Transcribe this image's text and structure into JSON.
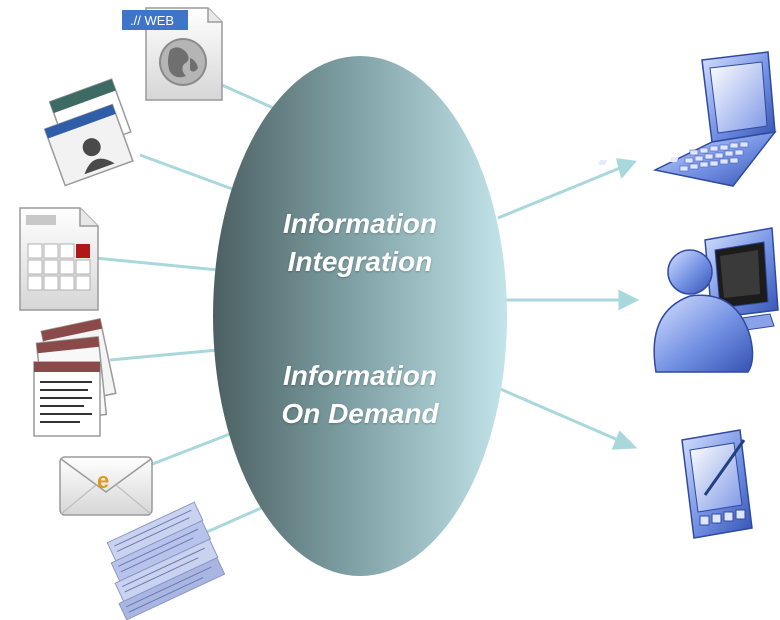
{
  "center": {
    "line1a": "Information",
    "line1b": "Integration",
    "line2a": "Information",
    "line2b": "On Demand"
  },
  "sources": {
    "web_badge": ".// WEB",
    "items": [
      "web-document",
      "contact-card",
      "calendar-spreadsheet",
      "text-documents",
      "email",
      "database-reports"
    ]
  },
  "targets": {
    "items": [
      "laptop",
      "desktop-user",
      "pda"
    ]
  },
  "colors": {
    "ellipse_left": "#4f6466",
    "ellipse_right": "#bde0e6",
    "connector": "#a9d8dc",
    "device_blue": "#4f6fd0",
    "device_light": "#c9d6ff"
  }
}
